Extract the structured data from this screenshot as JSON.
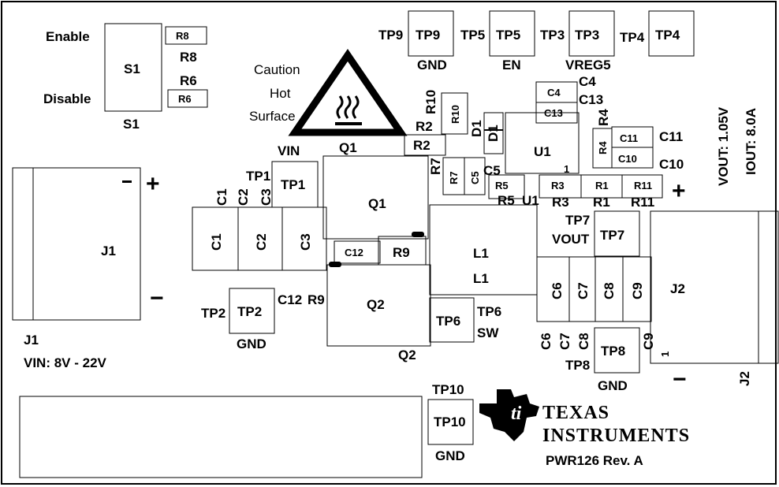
{
  "board_title": "PWR126 Rev. A",
  "brand": {
    "line1": "TEXAS",
    "line2": "INSTRUMENTS"
  },
  "caution": {
    "line1": "Caution",
    "line2": "Hot",
    "line3": "Surface"
  },
  "specs": {
    "vout": "VOUT: 1.05V",
    "iout": "IOUT: 8.0A",
    "vin": "VIN: 8V - 22V"
  },
  "switch": {
    "enable": "Enable",
    "disable": "Disable",
    "ref": "S1"
  },
  "components": {
    "R8": "R8",
    "R6": "R6",
    "R10": "R10",
    "R2": "R2",
    "R7": "R7",
    "R5": "R5",
    "R3": "R3",
    "R1": "R1",
    "R11": "R11",
    "R4": "R4",
    "R9": "R9",
    "C1": "C1",
    "C2": "C2",
    "C3": "C3",
    "C4": "C4",
    "C5": "C5",
    "C6": "C6",
    "C7": "C7",
    "C8": "C8",
    "C9": "C9",
    "C10": "C10",
    "C11": "C11",
    "C12": "C12",
    "C13": "C13",
    "D1": "D1",
    "Q1": "Q1",
    "Q2": "Q2",
    "U1": "U1",
    "L1": "L1",
    "J1": "J1",
    "J2": "J2"
  },
  "testpoints": {
    "TP1": "TP1",
    "TP2": "TP2",
    "TP3": "TP3",
    "TP4": "TP4",
    "TP5": "TP5",
    "TP6": "TP6",
    "TP7": "TP7",
    "TP8": "TP8",
    "TP9": "TP9",
    "TP10": "TP10"
  },
  "nets": {
    "gnd": "GND",
    "en": "EN",
    "vreg5": "VREG5",
    "vin": "VIN",
    "vout": "VOUT",
    "sw": "SW"
  },
  "polarity": {
    "plus": "+",
    "minus": "−",
    "one": "1"
  }
}
